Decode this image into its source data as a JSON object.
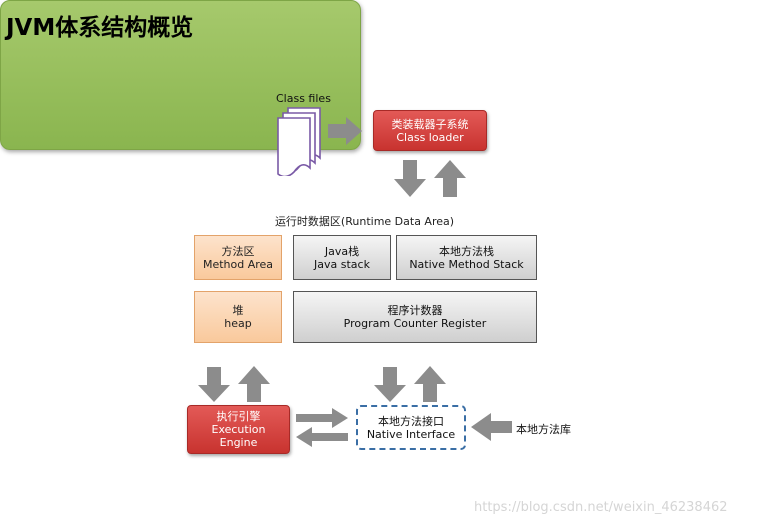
{
  "title": "JVM体系结构概览",
  "class_files_label": "Class files",
  "class_loader": {
    "line1": "类装载器子系统",
    "line2": "Class loader"
  },
  "runtime_data_area": {
    "title": "运行时数据区(Runtime Data Area)",
    "method_area": {
      "line1": "方法区",
      "line2": "Method Area"
    },
    "java_stack": {
      "line1": "Java栈",
      "line2": "Java stack"
    },
    "native_method_stack": {
      "line1": "本地方法栈",
      "line2": "Native Method Stack"
    },
    "heap": {
      "line1": "堆",
      "line2": "heap"
    },
    "program_counter": {
      "line1": "程序计数器",
      "line2": "Program Counter Register"
    }
  },
  "execution_engine": {
    "line1": "执行引擎",
    "line2": "Execution",
    "line3": "Engine"
  },
  "native_interface": {
    "line1": "本地方法接口",
    "line2": "Native Interface"
  },
  "native_library_label": "本地方法库",
  "watermark": "https://blog.csdn.net/weixin_46238462",
  "colors": {
    "red_box": "#c8332f",
    "green_area": "#8ab54f",
    "orange_box": "#f9c99c",
    "gray_box": "#cfcfcf",
    "arrow": "#8c8c8c",
    "dashed_border": "#3a6ea5",
    "file_icon": "#7a5aa6"
  }
}
